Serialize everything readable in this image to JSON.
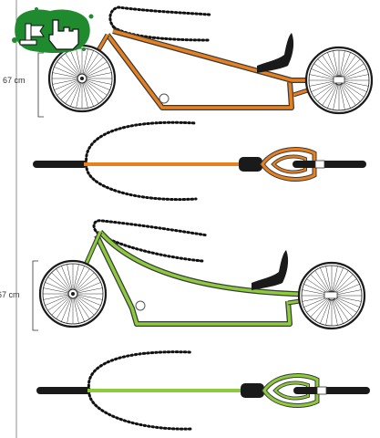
{
  "diagram": {
    "figures": [
      {
        "id": "orange-side-view",
        "view": "side",
        "frame_color": "#e8801e",
        "dimension_label": "67 cm"
      },
      {
        "id": "orange-top-view",
        "view": "top",
        "frame_color": "#e8801e"
      },
      {
        "id": "green-side-view",
        "view": "side",
        "frame_color": "#8ccc3c",
        "dimension_label": "67 cm"
      },
      {
        "id": "green-top-view",
        "view": "top",
        "frame_color": "#8ccc3c"
      }
    ],
    "colors": {
      "frame_outline": "#3a3a3a",
      "tire": "#1a1a1a",
      "seat": "#1a1a1a",
      "dotted_path": "#111111",
      "logo_green": "#1f8a2e"
    },
    "logo": {
      "icon": "hand-pointer-logo-icon"
    }
  }
}
